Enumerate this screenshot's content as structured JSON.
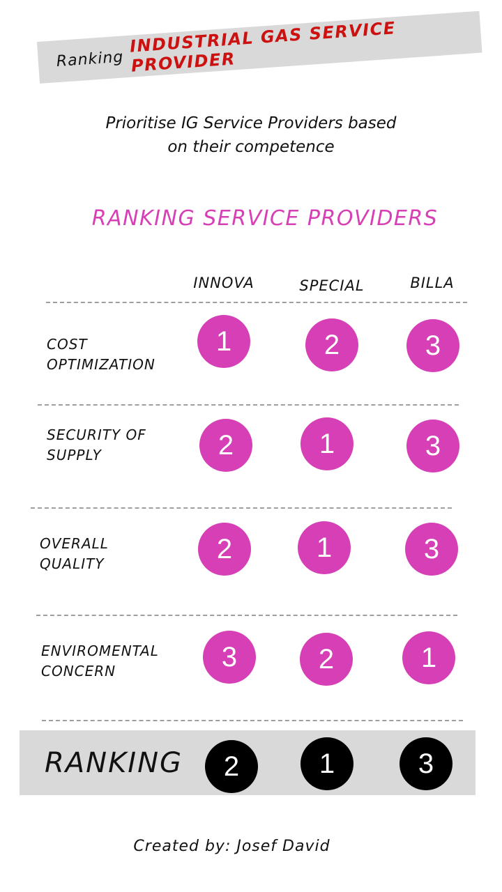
{
  "header": {
    "banner_prefix": "Ranking",
    "banner_title": "INDUSTRIAL GAS SERVICE PROVIDER",
    "subtitle_line1": "Prioritise IG Service Providers based",
    "subtitle_line2": "on their competence"
  },
  "section_title": "RANKING SERVICE PROVIDERS",
  "providers": [
    "INNOVA",
    "SPECIAL",
    "BILLA"
  ],
  "criteria": [
    {
      "line1": "COST",
      "line2": "OPTIMIZATION",
      "ranks": [
        "1",
        "2",
        "3"
      ]
    },
    {
      "line1": "SECURITY OF",
      "line2": "SUPPLY",
      "ranks": [
        "2",
        "1",
        "3"
      ]
    },
    {
      "line1": "OVERALL",
      "line2": "QUALITY",
      "ranks": [
        "2",
        "1",
        "3"
      ]
    },
    {
      "line1": "ENVIROMENTAL",
      "line2": "CONCERN",
      "ranks": [
        "3",
        "2",
        "1"
      ]
    }
  ],
  "final": {
    "label": "RANKING",
    "ranks": [
      "2",
      "1",
      "3"
    ]
  },
  "footer": "Created by: Josef David",
  "colors": {
    "accent_pink": "#d63fb5",
    "banner_red": "#cc1111",
    "banner_bg": "#d9d9d9",
    "final_circle": "#000000"
  }
}
